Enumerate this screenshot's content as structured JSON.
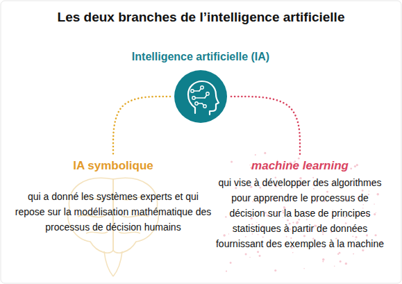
{
  "diagram": {
    "title": "Les deux branches de l’intelligence artificielle",
    "nodes": [
      {
        "text": [
          "Intelligence artificielle (IA)"
        ]
      },
      {
        "text": [
          "IA symbolique",
          "qui a donné les systèmes experts et qui repose sur la modélisation mathématique des processus de décision humains"
        ]
      },
      {
        "text": [
          "machine learning",
          "qui vise à développer des algorithmes pour apprendre le processus de décision sur la base de principes statistiques à partir de données fournissant des exemples à la machine"
        ]
      }
    ],
    "edges": [
      {
        "from": 0,
        "to": 1,
        "arrow": "none"
      },
      {
        "from": 0,
        "to": 2,
        "arrow": "none"
      }
    ]
  }
}
